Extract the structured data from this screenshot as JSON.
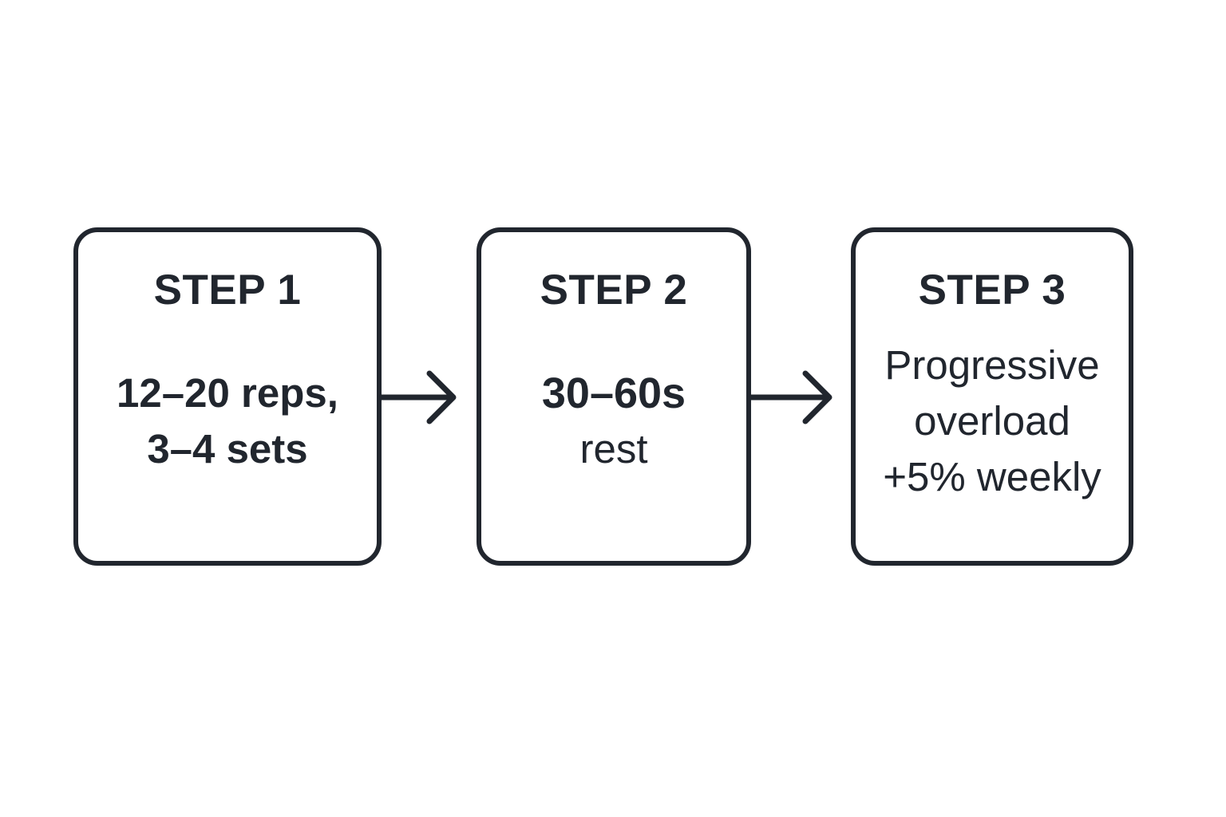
{
  "diagram": {
    "type": "flow",
    "colors": {
      "ink": "#21262e",
      "background": "#ffffff"
    },
    "steps": [
      {
        "title": "STEP 1",
        "lines": [
          "12–20 reps,",
          "3–4 sets"
        ]
      },
      {
        "title": "STEP 2",
        "lines": [
          "30–60s",
          "rest"
        ]
      },
      {
        "title": "STEP 3",
        "lines": [
          "Progressive",
          "overload",
          "+5% weekly"
        ]
      }
    ],
    "arrows": [
      {
        "name": "arrow-step1-to-step2",
        "direction": "right"
      },
      {
        "name": "arrow-step2-to-step3",
        "direction": "right"
      }
    ]
  }
}
